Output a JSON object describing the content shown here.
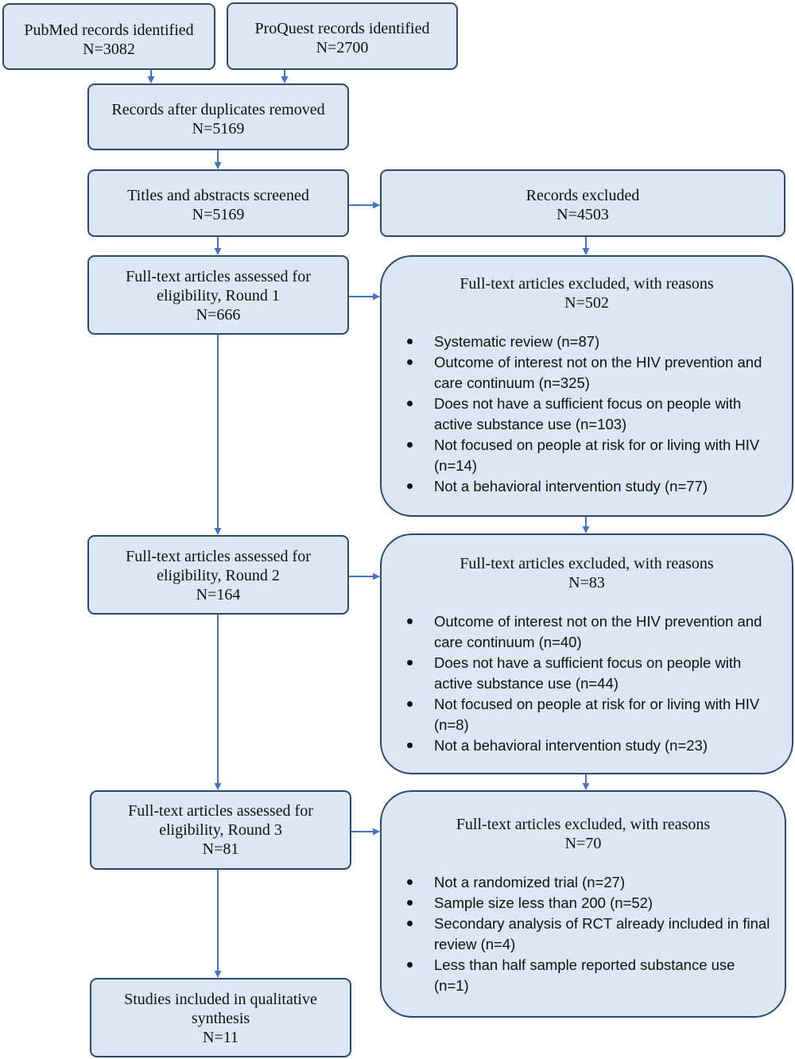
{
  "nodes": {
    "pubmed": {
      "title": "PubMed records identified",
      "count": "N=3082"
    },
    "proquest": {
      "title": "ProQuest records identified",
      "count": "N=2700"
    },
    "dedup": {
      "title": "Records after duplicates removed",
      "count": "N=5169"
    },
    "screened": {
      "title": "Titles and abstracts screened",
      "count": "N=5169"
    },
    "excluded": {
      "title": "Records excluded",
      "count": "N=4503"
    },
    "round1": {
      "title": "Full-text articles assessed for eligibility, Round 1",
      "count": "N=666"
    },
    "round2": {
      "title": "Full-text articles assessed for eligibility, Round 2",
      "count": "N=164"
    },
    "round3": {
      "title": "Full-text articles assessed for eligibility, Round 3",
      "count": "N=81"
    },
    "included": {
      "title": "Studies included in qualitative synthesis",
      "count": "N=11"
    }
  },
  "exclusions": {
    "round1": {
      "title": "Full-text articles excluded, with reasons",
      "count": "N=502",
      "reasons": [
        "Systematic review (n=87)",
        "Outcome of interest not on the HIV prevention and care continuum (n=325)",
        "Does not have a sufficient focus on people with active substance use (n=103)",
        "Not focused on people at risk for or living with HIV (n=14)",
        "Not a behavioral intervention study (n=77)"
      ]
    },
    "round2": {
      "title": "Full-text articles excluded, with reasons",
      "count": "N=83",
      "reasons": [
        "Outcome of interest not on the HIV prevention and care continuum (n=40)",
        "Does not have a sufficient focus on people with active substance use (n=44)",
        "Not focused on people at risk for or living with HIV (n=8)",
        "Not a behavioral intervention study (n=23)"
      ]
    },
    "round3": {
      "title": "Full-text articles excluded, with reasons",
      "count": "N=70",
      "reasons": [
        "Not a randomized trial (n=27)",
        "Sample size less than 200 (n=52)",
        "Secondary analysis of RCT already included in final review (n=4)",
        "Less than half sample reported substance use (n=1)"
      ]
    }
  },
  "colors": {
    "box_fill": "#dce7f3",
    "box_border": "#2c4a6e",
    "arrow": "#4472c4"
  }
}
